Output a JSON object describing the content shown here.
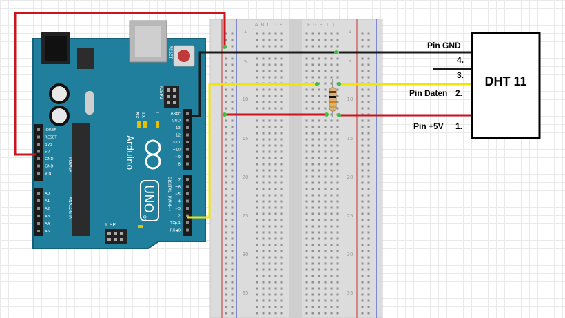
{
  "arduino": {
    "brand": "Arduino",
    "model": "UNO",
    "reset_label": "RESET",
    "icsp_label": "ICSP",
    "icsp2_label": "ICSP2",
    "tx_label": "TX",
    "rx_label": "RX",
    "l_label": "L",
    "on_label": "ON",
    "digital_label": "DIGITAL (PWM~)",
    "power_label": "POWER",
    "analog_label": "ANALOG IN",
    "power_pins": [
      "IOREF",
      "RESET",
      "3V3",
      "5V",
      "GND",
      "GND",
      "VIN"
    ],
    "analog_pins": [
      "A0",
      "A1",
      "A2",
      "A3",
      "A4",
      "A5"
    ],
    "digital_top_pins": [
      "AREF",
      "GND",
      "13",
      "12",
      "~11",
      "~10",
      "~9",
      "8"
    ],
    "digital_bottom_pins": [
      "7",
      "~6",
      "~5",
      "4",
      "~3",
      "2",
      "TX▶1",
      "RX◀0"
    ]
  },
  "breadboard": {
    "column_letters_left": [
      "A",
      "B",
      "C",
      "D",
      "E"
    ],
    "column_letters_right": [
      "F",
      "G",
      "H",
      "I",
      "J"
    ],
    "row_numbers": [
      "1",
      "5",
      "10",
      "15",
      "20",
      "25",
      "30",
      "35"
    ]
  },
  "sensor": {
    "name": "DHT 11",
    "pins": [
      {
        "number": "4.",
        "label": "Pin GND"
      },
      {
        "number": "3.",
        "label": ""
      },
      {
        "number": "2.",
        "label": "Pin Daten"
      },
      {
        "number": "1.",
        "label": "Pin +5V"
      }
    ]
  },
  "wire_colors": {
    "power": "#c8161d",
    "ground": "#1a1a1a",
    "data": "#f2e600"
  }
}
